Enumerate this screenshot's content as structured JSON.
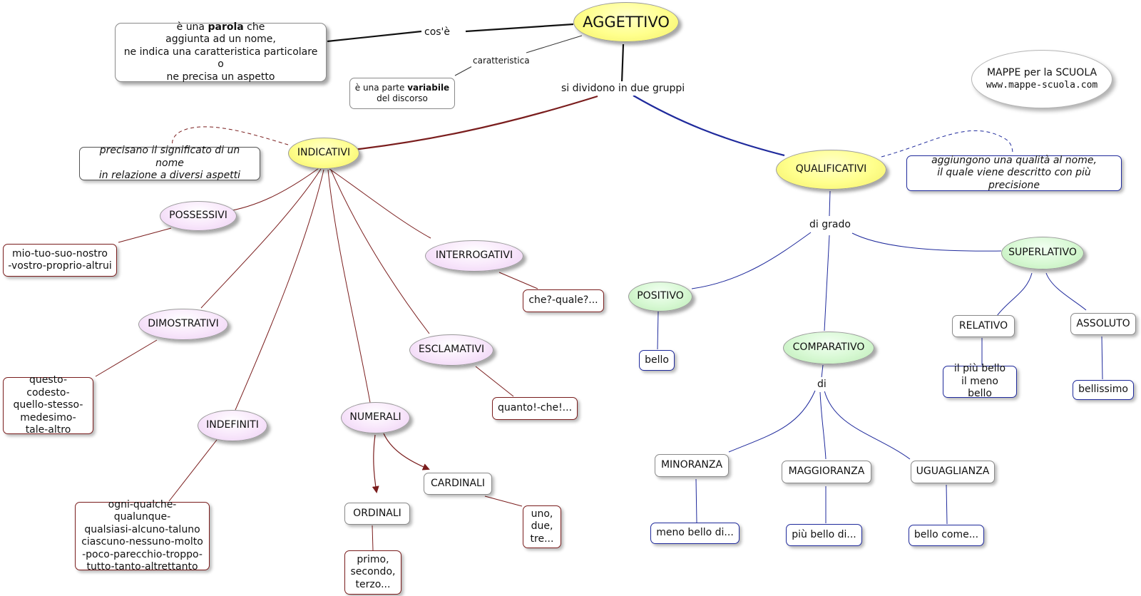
{
  "root": {
    "title": "AGGETTIVO"
  },
  "definition": {
    "part1": "è una ",
    "bold": "parola",
    "part2": " che\naggiunta ad un nome,\nne indica una caratteristica particolare o\nne precisa un aspetto"
  },
  "link_labels": {
    "cos_e": "cos'è",
    "caratteristica": "caratteristica",
    "due_gruppi": "si dividono in due gruppi",
    "di_grado": "di grado",
    "di": "di"
  },
  "variabile": {
    "part1": "è una parte ",
    "bold": "variabile",
    "part2": "\ndel discorso"
  },
  "watermark": {
    "line1": "MAPPE per la SCUOLA",
    "line2": "www.mappe-scuola.com"
  },
  "indicativi": {
    "title": "INDICATIVI",
    "note": "precisano il significato di un nome\nin relazione a diversi aspetti",
    "possessivi": {
      "title": "POSSESSIVI",
      "examples": "mio-tuo-suo-nostro\n-vostro-proprio-altrui"
    },
    "dimostrativi": {
      "title": "DIMOSTRATIVI",
      "examples": "questo-codesto-\nquello-stesso-\nmedesimo-\ntale-altro"
    },
    "indefiniti": {
      "title": "INDEFINITI",
      "examples": "ogni-qualche-qualunque-\nqualsiasi-alcuno-taluno\nciascuno-nessuno-molto\n-poco-parecchio-troppo-\ntutto-tanto-altrettanto"
    },
    "numerali": {
      "title": "NUMERALI"
    },
    "ordinali": {
      "title": "ORDINALI",
      "examples": "primo,\nsecondo,\nterzo..."
    },
    "cardinali": {
      "title": "CARDINALI",
      "examples": "uno,\ndue,\ntre..."
    },
    "interrogativi": {
      "title": "INTERROGATIVI",
      "examples": "che?-quale?..."
    },
    "esclamativi": {
      "title": "ESCLAMATIVI",
      "examples": "quanto!-che!..."
    }
  },
  "qualificativi": {
    "title": "QUALIFICATIVI",
    "note": "aggiungono una qualità al nome,\nil quale viene descritto con più precisione",
    "positivo": {
      "title": "POSITIVO",
      "example": "bello"
    },
    "comparativo": {
      "title": "COMPARATIVO"
    },
    "minoranza": {
      "title": "MINORANZA",
      "example": "meno bello di..."
    },
    "maggioranza": {
      "title": "MAGGIORANZA",
      "example": "più bello di..."
    },
    "uguaglianza": {
      "title": "UGUAGLIANZA",
      "example": "bello come..."
    },
    "superlativo": {
      "title": "SUPERLATIVO"
    },
    "relativo": {
      "title": "RELATIVO",
      "example": "il più bello\nil meno bello"
    },
    "assoluto": {
      "title": "ASSOLUTO",
      "example": "bellissimo"
    }
  },
  "colors": {
    "brown": "#7a1d1d",
    "blue": "#1f2a9c",
    "black": "#111111",
    "gray": "#555555"
  }
}
